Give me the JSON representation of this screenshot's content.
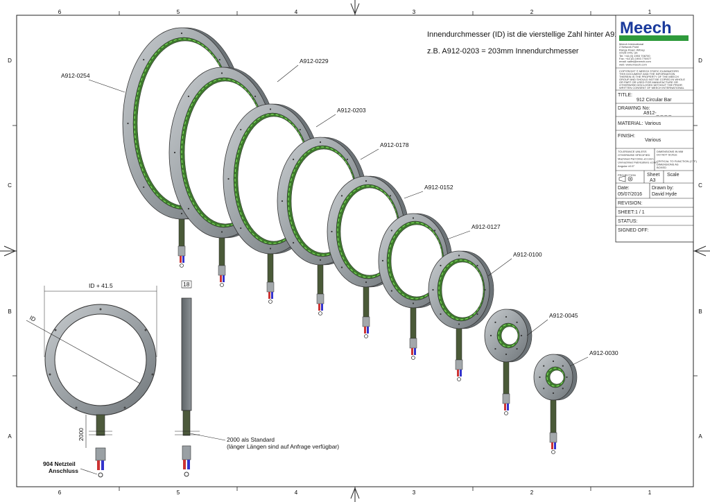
{
  "notes": {
    "line1": "Innendurchmesser (ID) ist die vierstellige Zahl hinter A912.",
    "line2": "z.B. A912-0203 = 203mm Innendurchmesser"
  },
  "grid": {
    "top_numbers": [
      "6",
      "5",
      "4",
      "3",
      "2",
      "1"
    ],
    "side_letters": [
      "D",
      "C",
      "B",
      "A"
    ]
  },
  "rings": [
    {
      "part": "A912-0254"
    },
    {
      "part": "A912-0229"
    },
    {
      "part": "A912-0203"
    },
    {
      "part": "A912-0178"
    },
    {
      "part": "A912-0152"
    },
    {
      "part": "A912-0127"
    },
    {
      "part": "A912-0100"
    },
    {
      "part": "A912-0045"
    },
    {
      "part": "A912-0030"
    }
  ],
  "dimensions": {
    "outer": "ID + 41.5",
    "id": "ID",
    "thickness": "18",
    "cable": "2000"
  },
  "callouts": {
    "standard_line1": "2000 als Standard",
    "standard_line2": "(länger Längen sind auf Anfrage verfügbar)",
    "psu_line1": "904 Netzteil",
    "psu_line2": "Anschluss"
  },
  "title_block": {
    "logo": "Meech",
    "company_lines": [
      "Meech International",
      "2 Network Point",
      "Range Road, Witney",
      "OX29 0YN, UK",
      "Tel: +44 (0) 1993 706700",
      "Fax: +44 (0) 1993 776977",
      "email: sales@meech.com",
      "web: www.meech.com"
    ],
    "copyright_lines": [
      "COPYRIGHT © MEECH STATIC ELIMINATORS",
      "THIS DOCUMENT AND THE INFORMATION",
      "THEREIN IS THE PROPERTY OF THE MEECH",
      "GROUP AND SHOULD NOT BE COPIED IN WHOLE",
      "OR PART OR USED FOR MANUFACTURE OR",
      "OTHERWISE DISCLOSED WITHOUT THE PRIOR",
      "WRITTEN CONSENT OF MEECH INTERNATIONAL"
    ],
    "title_label": "TITLE:",
    "title_value": "912 Circular Bar",
    "drawing_label": "DRAWING No:",
    "drawing_value": "A912-_ _ _ _",
    "material_label": "MATERIAL:",
    "material_value": "Various",
    "finish_label": "FINISH:",
    "finish_value": "Various",
    "tolerance_lines": [
      "TOLERANCE UNLESS",
      "OTHERWISE SPECIFIED",
      "Machined Part Dims ±0.1mm",
      "Unmachined Fabrications ±1mm",
      "Angular ±0.5°"
    ],
    "dims_note_lines": [
      "DIMENSIONS IN MM",
      "DO NOT SCALE",
      "",
      "CRITICAL TO FUNCTION (CTF)",
      "DIMENSIONS AS",
      "BOXED"
    ],
    "projection_label": "PROJECTION",
    "sheet_label": "Sheet",
    "sheet_value": "A3",
    "scale_label": "Scale",
    "date_label": "Date:",
    "date_value": "05/07/2016",
    "drawn_label": "Drawn by:",
    "drawn_value": "David Hyde",
    "revision_label": "REVISION:",
    "sheetno_label": "SHEET:",
    "sheetno_value": "1 / 1",
    "status_label": "STATUS:",
    "signed_label": "SIGNED OFF:"
  }
}
